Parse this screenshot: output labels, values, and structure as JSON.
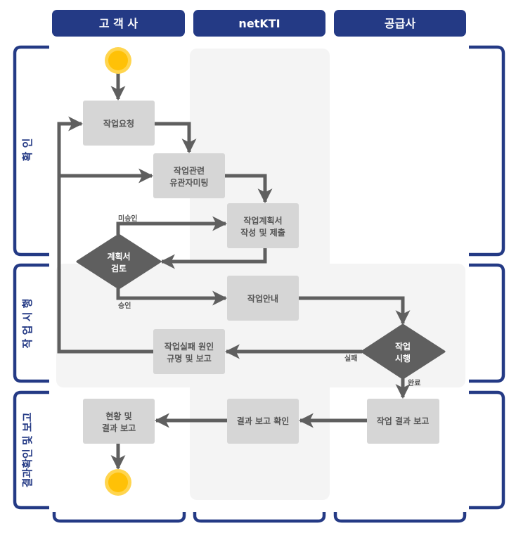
{
  "colors": {
    "brand": "#243a85",
    "lane_bg": "#f4f4f4",
    "box_fill": "#d6d6d6",
    "decision_fill": "#5f5f5f",
    "connector": "#5f5f5f",
    "terminal_outer": "#ffd54f",
    "terminal_inner": "#ffc107"
  },
  "lanes": [
    {
      "id": "customer",
      "label": "고 객 사"
    },
    {
      "id": "netkti",
      "label": "netKTI"
    },
    {
      "id": "supplier",
      "label": "공급사"
    }
  ],
  "phases": [
    {
      "id": "confirm",
      "label": "확 인"
    },
    {
      "id": "execute",
      "label": "작 업 시 행"
    },
    {
      "id": "report",
      "label": "결과확인 및 보고"
    }
  ],
  "nodes": {
    "start": {
      "type": "start",
      "icon": "start-circle-icon"
    },
    "request": {
      "type": "process",
      "lines": [
        "작업요청"
      ]
    },
    "meeting": {
      "type": "process",
      "lines": [
        "작업관련",
        "유관자미팅"
      ]
    },
    "plan": {
      "type": "process",
      "lines": [
        "작업계획서",
        "작성 및 제출"
      ]
    },
    "review": {
      "type": "decision",
      "lines": [
        "계획서",
        "검토"
      ]
    },
    "notice": {
      "type": "process",
      "lines": [
        "작업안내"
      ]
    },
    "execute": {
      "type": "decision",
      "lines": [
        "작업",
        "시행"
      ]
    },
    "failure": {
      "type": "process",
      "lines": [
        "작업실패 원인",
        "규명 및 보고"
      ]
    },
    "result": {
      "type": "process",
      "lines": [
        "작업 결과 보고"
      ]
    },
    "confirm": {
      "type": "process",
      "lines": [
        "결과 보고 확인"
      ]
    },
    "status": {
      "type": "process",
      "lines": [
        "현황 및",
        "결과 보고"
      ]
    },
    "end": {
      "type": "end",
      "icon": "end-circle-icon"
    }
  },
  "edge_labels": {
    "rejected": "미승인",
    "approved": "승인",
    "failed": "실패",
    "completed": "완료"
  }
}
